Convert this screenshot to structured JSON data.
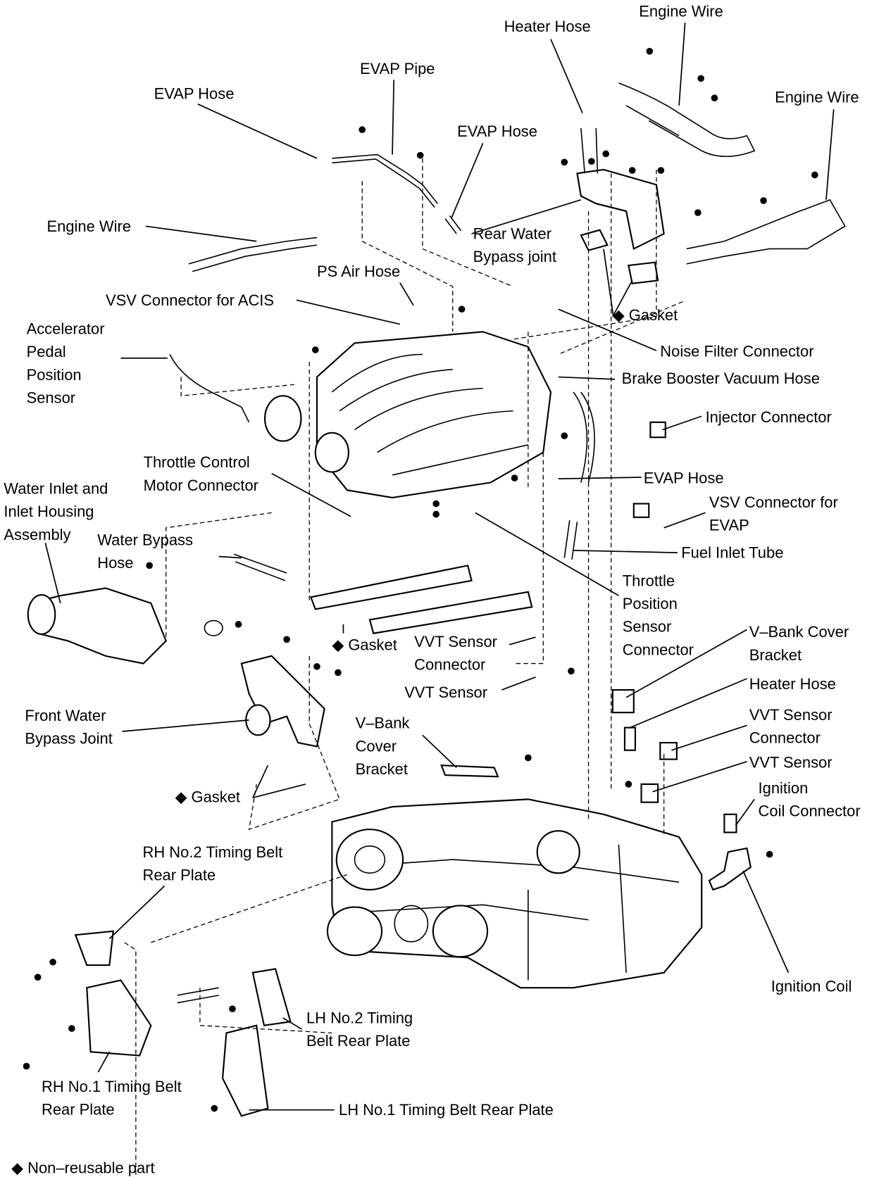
{
  "diagram": {
    "labels": [
      {
        "id": "engine-wire-top",
        "lines": [
          "Engine Wire"
        ]
      },
      {
        "id": "heater-hose-top",
        "lines": [
          "Heater Hose"
        ]
      },
      {
        "id": "engine-wire-right",
        "lines": [
          "Engine Wire"
        ]
      },
      {
        "id": "evap-pipe",
        "lines": [
          "EVAP Pipe"
        ]
      },
      {
        "id": "evap-hose-left",
        "lines": [
          "EVAP Hose"
        ]
      },
      {
        "id": "evap-hose-mid",
        "lines": [
          "EVAP Hose"
        ]
      },
      {
        "id": "engine-wire-left",
        "lines": [
          "Engine Wire"
        ]
      },
      {
        "id": "rear-water-bypass-joint",
        "lines": [
          "Rear Water",
          "Bypass joint"
        ]
      },
      {
        "id": "ps-air-hose",
        "lines": [
          "PS Air Hose"
        ]
      },
      {
        "id": "vsv-connector-acis",
        "lines": [
          "VSV Connector for ACIS"
        ]
      },
      {
        "id": "gasket-top",
        "lines": [
          "◆ Gasket"
        ]
      },
      {
        "id": "accelerator-pedal-position-sensor",
        "lines": [
          "Accelerator",
          "Pedal",
          "Position",
          "Sensor"
        ]
      },
      {
        "id": "noise-filter-connector",
        "lines": [
          "Noise Filter Connector"
        ]
      },
      {
        "id": "brake-booster-vacuum-hose",
        "lines": [
          "Brake Booster Vacuum Hose"
        ]
      },
      {
        "id": "injector-connector",
        "lines": [
          "Injector Connector"
        ]
      },
      {
        "id": "throttle-control-motor-connector",
        "lines": [
          "Throttle Control",
          "Motor Connector"
        ]
      },
      {
        "id": "water-inlet-housing-assembly",
        "lines": [
          "Water Inlet and",
          "Inlet Housing",
          "Assembly"
        ]
      },
      {
        "id": "evap-hose-right",
        "lines": [
          "EVAP Hose"
        ]
      },
      {
        "id": "vsv-connector-evap",
        "lines": [
          "VSV Connector for",
          "EVAP"
        ]
      },
      {
        "id": "water-bypass-hose",
        "lines": [
          "Water Bypass",
          "Hose"
        ]
      },
      {
        "id": "fuel-inlet-tube",
        "lines": [
          "Fuel Inlet Tube"
        ]
      },
      {
        "id": "throttle-position-sensor-connector",
        "lines": [
          "Throttle",
          "Position",
          "Sensor",
          "Connector"
        ]
      },
      {
        "id": "gasket-mid",
        "lines": [
          "◆ Gasket"
        ]
      },
      {
        "id": "vvt-sensor-connector-mid",
        "lines": [
          "VVT Sensor",
          "Connector"
        ]
      },
      {
        "id": "v-bank-cover-bracket-right",
        "lines": [
          "V–Bank Cover",
          "Bracket"
        ]
      },
      {
        "id": "vvt-sensor-mid",
        "lines": [
          "VVT Sensor"
        ]
      },
      {
        "id": "heater-hose-right",
        "lines": [
          "Heater Hose"
        ]
      },
      {
        "id": "front-water-bypass-joint",
        "lines": [
          "Front Water",
          "Bypass Joint"
        ]
      },
      {
        "id": "v-bank-cover-bracket-mid",
        "lines": [
          "V–Bank",
          "Cover",
          "Bracket"
        ]
      },
      {
        "id": "vvt-sensor-connector-right",
        "lines": [
          "VVT Sensor",
          "Connector"
        ]
      },
      {
        "id": "vvt-sensor-right",
        "lines": [
          "VVT Sensor"
        ]
      },
      {
        "id": "gasket-bottom",
        "lines": [
          "◆ Gasket"
        ]
      },
      {
        "id": "ignition-coil-connector",
        "lines": [
          "Ignition",
          "Coil Connector"
        ]
      },
      {
        "id": "rh-no2-timing-belt-rear-plate",
        "lines": [
          "RH No.2 Timing Belt",
          "Rear Plate"
        ]
      },
      {
        "id": "ignition-coil",
        "lines": [
          "Ignition Coil"
        ]
      },
      {
        "id": "lh-no2-timing-belt-rear-plate",
        "lines": [
          "LH No.2 Timing",
          "Belt Rear Plate"
        ]
      },
      {
        "id": "rh-no1-timing-belt-rear-plate",
        "lines": [
          "RH No.1 Timing Belt",
          "Rear Plate"
        ]
      },
      {
        "id": "lh-no1-timing-belt-rear-plate",
        "lines": [
          "LH No.1 Timing Belt Rear Plate"
        ]
      }
    ],
    "legend": "◆ Non–reusable part"
  }
}
